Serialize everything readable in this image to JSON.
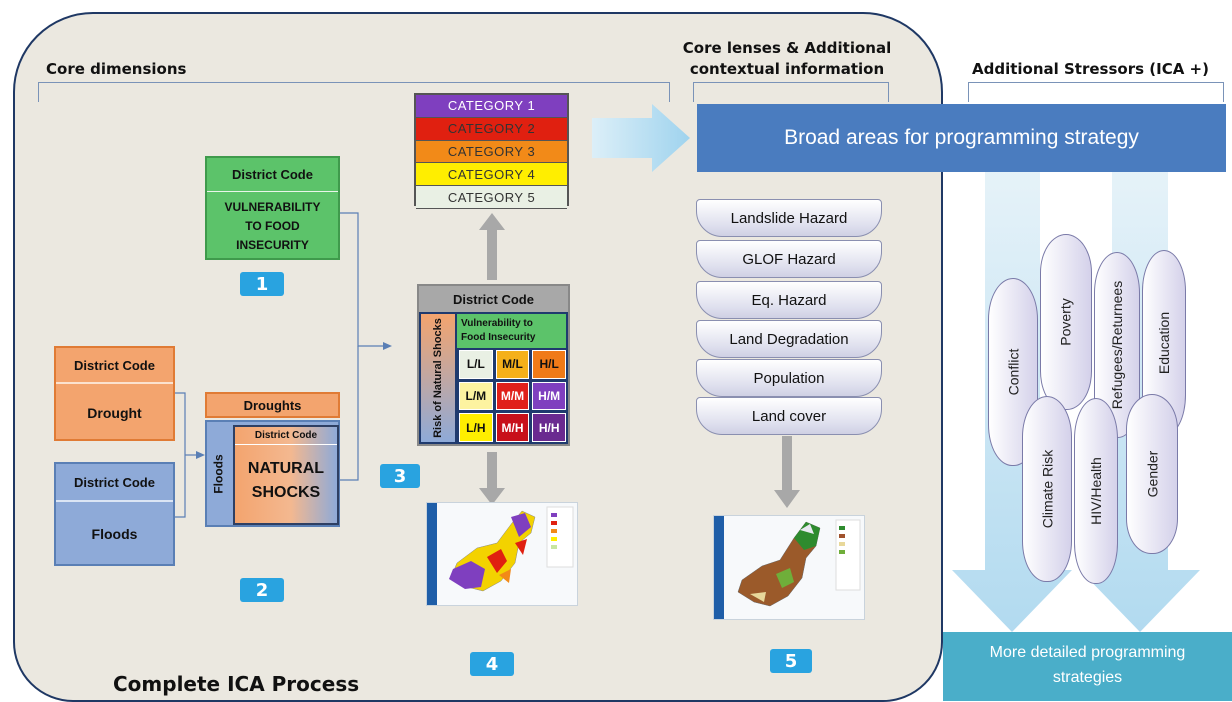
{
  "colors": {
    "panel_bg": "#ebe8e0",
    "panel_border": "#1f3864",
    "vulnerability_green": "#5cc36a",
    "drought_orange": "#f3a46e",
    "floods_blue": "#8eaad8",
    "banner_blue": "#4a7cbf",
    "detail_teal": "#4aaec9",
    "number_badge": "#29a3e0"
  },
  "panel": {
    "title": "Complete ICA Process",
    "core_dimensions_label": "Core dimensions"
  },
  "core_lenses": {
    "header_line1": "Core lenses & Additional",
    "header_line2": "contextual information",
    "items": [
      "Landslide Hazard",
      "GLOF Hazard",
      "Eq. Hazard",
      "Land Degradation",
      "Population",
      "Land cover"
    ]
  },
  "additional_stressors": {
    "header": "Additional Stressors (ICA +)",
    "items": [
      "Conflict",
      "Poverty",
      "Refugees/Returnees",
      "Education",
      "Climate Risk",
      "HIV/Health",
      "Gender"
    ]
  },
  "banner": "Broad areas for programming strategy",
  "detailed": {
    "line1": "More detailed programming",
    "line2": "strategies"
  },
  "categories": [
    {
      "label": "CATEGORY 1",
      "color": "#7f3fbf"
    },
    {
      "label": "CATEGORY 2",
      "color": "#e02010"
    },
    {
      "label": "CATEGORY 3",
      "color": "#f28a18"
    },
    {
      "label": "CATEGORY 4",
      "color": "#ffee00"
    },
    {
      "label": "CATEGORY 5",
      "color": "#e9f0e4"
    }
  ],
  "vuln_box": {
    "district_code": "District Code",
    "title_line1": "VULNERABILITY",
    "title_line2": "TO FOOD",
    "title_line3": "INSECURITY",
    "number": "1"
  },
  "drought_box": {
    "district_code": "District Code",
    "title": "Drought"
  },
  "floods_box": {
    "district_code": "District Code",
    "title": "Floods"
  },
  "shocks": {
    "droughts_label": "Droughts",
    "floods_label": "Floods",
    "district_code": "District Code",
    "title_line1": "NATURAL",
    "title_line2": "SHOCKS",
    "number": "2"
  },
  "matrix": {
    "district_code": "District Code",
    "vuln_line1": "Vulnerability to",
    "vuln_line2": "Food Insecurity",
    "risk_label": "Risk of Natural Shocks",
    "cells": [
      {
        "label": "L/L",
        "color": "#e9f0e4"
      },
      {
        "label": "M/L",
        "color": "#f5b01a"
      },
      {
        "label": "H/L",
        "color": "#f07a18"
      },
      {
        "label": "L/M",
        "color": "#fdf3a0"
      },
      {
        "label": "M/M",
        "color": "#e0201a"
      },
      {
        "label": "H/M",
        "color": "#7f3fbf"
      },
      {
        "label": "L/H",
        "color": "#ffee00"
      },
      {
        "label": "M/H",
        "color": "#c8101a"
      },
      {
        "label": "H/H",
        "color": "#6a2a90"
      }
    ],
    "number": "3"
  },
  "badges": {
    "four": "4",
    "five": "5"
  }
}
